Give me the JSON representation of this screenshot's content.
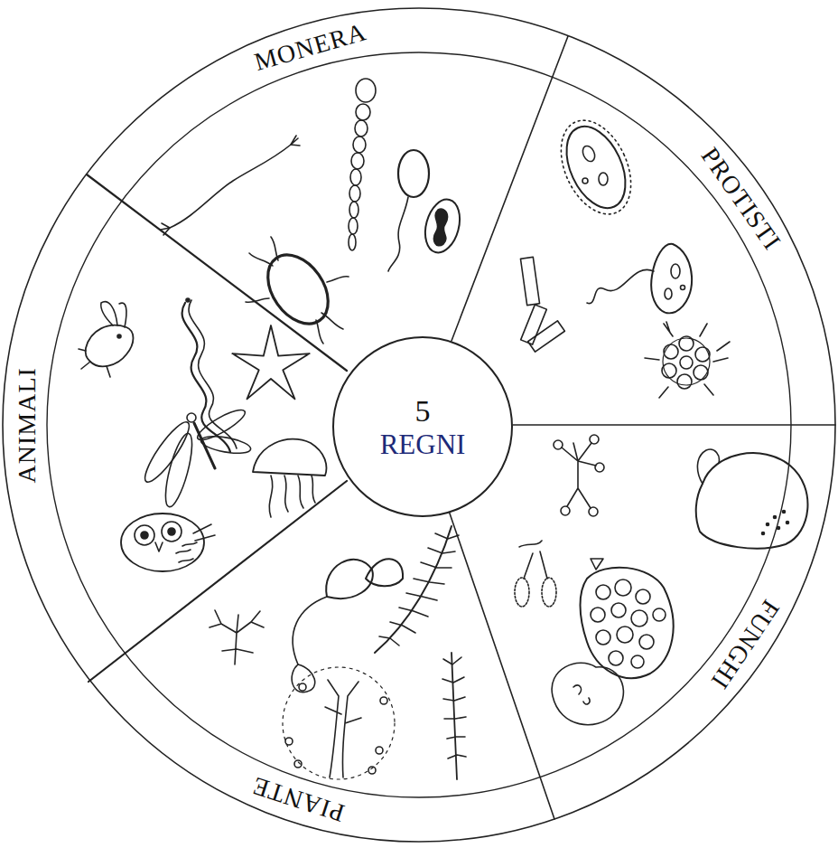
{
  "diagram": {
    "nodes": [
      {
        "text": [
          "5",
          "REGNI"
        ]
      },
      {
        "text": [
          "MONERA"
        ]
      },
      {
        "text": [
          "PROTISTI"
        ]
      },
      {
        "text": [
          "FUNGHI"
        ]
      },
      {
        "text": [
          "PIANTE"
        ]
      },
      {
        "text": [
          "ANIMALI"
        ]
      }
    ]
  }
}
